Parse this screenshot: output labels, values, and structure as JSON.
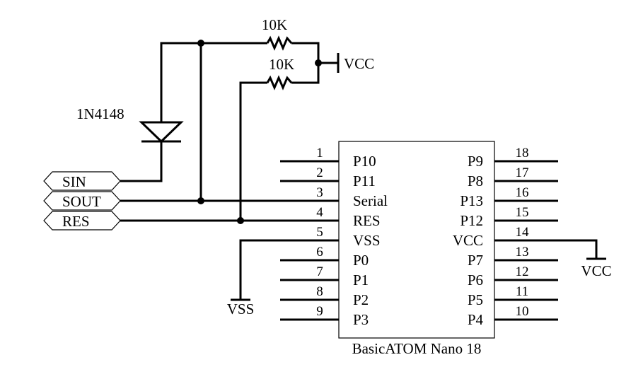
{
  "title": "",
  "chip": {
    "name": "BasicATOM Nano 18",
    "left_pins": [
      {
        "num": "1",
        "name": "P10"
      },
      {
        "num": "2",
        "name": "P11"
      },
      {
        "num": "3",
        "name": "Serial"
      },
      {
        "num": "4",
        "name": "RES"
      },
      {
        "num": "5",
        "name": "VSS"
      },
      {
        "num": "6",
        "name": "P0"
      },
      {
        "num": "7",
        "name": "P1"
      },
      {
        "num": "8",
        "name": "P2"
      },
      {
        "num": "9",
        "name": "P3"
      }
    ],
    "right_pins": [
      {
        "num": "18",
        "name": "P9"
      },
      {
        "num": "17",
        "name": "P8"
      },
      {
        "num": "16",
        "name": "P13"
      },
      {
        "num": "15",
        "name": "P12"
      },
      {
        "num": "14",
        "name": "VCC"
      },
      {
        "num": "13",
        "name": "P7"
      },
      {
        "num": "12",
        "name": "P6"
      },
      {
        "num": "11",
        "name": "P5"
      },
      {
        "num": "10",
        "name": "P4"
      }
    ]
  },
  "connectors": {
    "sin": "SIN",
    "sout": "SOUT",
    "res": "RES"
  },
  "components": {
    "resistor_top": "10K",
    "resistor_bottom": "10K",
    "diode": "1N4148"
  },
  "power": {
    "vcc_top": "VCC",
    "vcc_right": "VCC",
    "vss": "VSS"
  }
}
